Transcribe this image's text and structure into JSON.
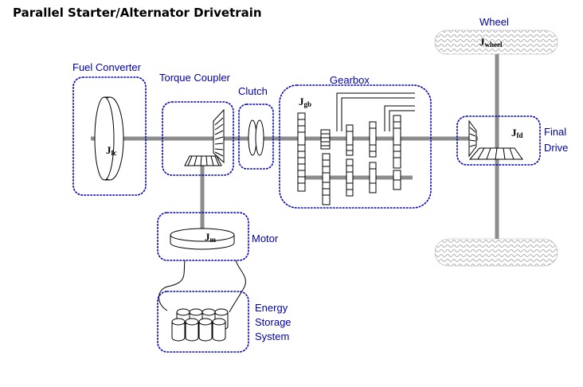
{
  "title": "Parallel Starter/Alternator Drivetrain",
  "components": {
    "fuel_converter": {
      "label": "Fuel Converter",
      "inertia": "J",
      "inertia_sub": "fc"
    },
    "torque_coupler": {
      "label": "Torque Coupler"
    },
    "clutch": {
      "label": "Clutch"
    },
    "gearbox": {
      "label": "Gearbox",
      "inertia": "J",
      "inertia_sub": "gb"
    },
    "wheel": {
      "label": "Wheel",
      "inertia": "J",
      "inertia_sub": "wheel"
    },
    "final_drive": {
      "label_line1": "Final",
      "label_line2": "Drive",
      "inertia": "J",
      "inertia_sub": "fd"
    },
    "motor": {
      "label": "Motor",
      "inertia": "J",
      "inertia_sub": "m"
    },
    "energy_storage": {
      "label_line1": "Energy",
      "label_line2": "Storage",
      "label_line3": "System"
    }
  },
  "colors": {
    "label_blue": "#0000a8",
    "box_border": "#0000c0",
    "shaft_gray": "#8c8c8c"
  }
}
